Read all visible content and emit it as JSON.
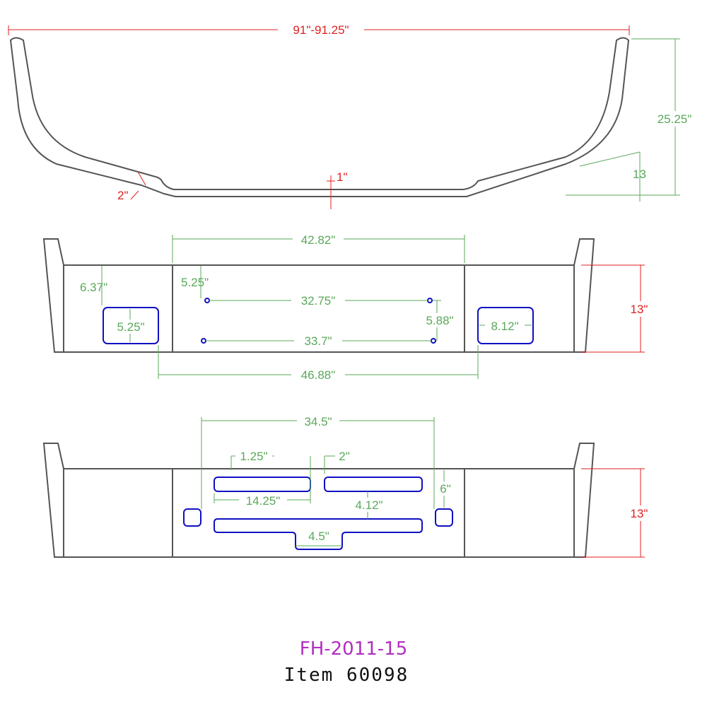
{
  "colors": {
    "outline": "#555555",
    "cutouts": "#1010c0",
    "dimension_green": "#5aa85a",
    "dimension_red": "#e02020",
    "part_number": "#b02fc0",
    "item_number": "#111111"
  },
  "top_view": {
    "overall_width": "91\"-91.25\"",
    "height": "25.25\"",
    "end_height": "13",
    "flange": "2\"",
    "center_offset": "1\""
  },
  "middle_view": {
    "center_section_width": "42.82\"",
    "upper_hole_spacing": "32.75\"",
    "lower_hole_spacing": "33.7\"",
    "light_cutout_spacing": "46.88\"",
    "left_cutout_offset": "6.37\"",
    "left_cutout_height": "5.25\"",
    "hole_top_offset": "5.25\"",
    "hole_vertical_spacing": "5.88\"",
    "right_cutout_width": "8.12\"",
    "height": "13\""
  },
  "bottom_view": {
    "slot_span": "34.5\"",
    "slot_offset": "1.25\"",
    "slot_gap": "2\"",
    "slot_length": "14.25\"",
    "slot_vertical_spacing": "4.12\"",
    "side_cutout_height": "6\"",
    "tab_width": "4.5\"",
    "height": "13\""
  },
  "title": {
    "part_number": "FH-2011-15",
    "item_number": "Item 60098"
  }
}
